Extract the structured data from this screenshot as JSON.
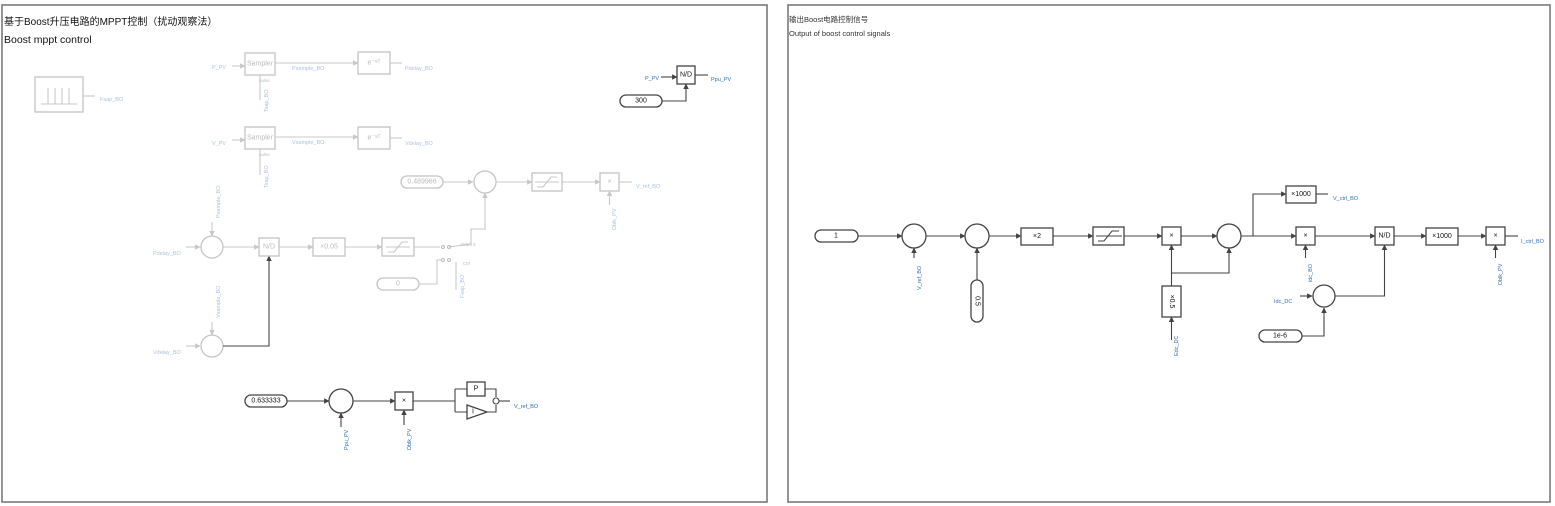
{
  "left_panel": {
    "title": "基于Boost升压电路的MPPT控制（扰动观察法）",
    "subtitle": "Boost mppt control"
  },
  "right_panel": {
    "title": "输出Boost电路控制信号",
    "subtitle": "Output of boost control signals"
  },
  "faded_blocks": {
    "sampler": "Sampler",
    "delay": "e⁻ˢᵀ",
    "divide": "N/D",
    "gain": "×0.05",
    "const_v": "0.489966",
    "const_zero": "0",
    "switch_label": "Ctrl≥0.5",
    "switch_ctrl": "Ctrl",
    "pulse": "pulse"
  },
  "faded_signals": {
    "p_pv": "P_PV",
    "v_pv": "V_PV",
    "psample": "Psample_BO",
    "vsample": "Vsample_BO",
    "pdelay": "Pdelay_BO",
    "vdelay": "Vdelay_BO",
    "tsap1": "Tsap_BO",
    "tsap2": "Tsap_BO",
    "fsap": "Fsap_BO",
    "psample_v": "Psample_BO",
    "vsample_v": "Vsample_BO",
    "pdelay_in": "Pdelay_BO",
    "vdelay_in": "Vdelay_BO",
    "v_ref_out": "V_ref_BO",
    "dblk": "Dblk_PV",
    "fsap_sw": "Fsap_BO"
  },
  "top_right": {
    "const": "300",
    "input": "P_PV",
    "output": "Ppu_PV",
    "block": "N/D"
  },
  "bottom_left": {
    "const": "0.633333",
    "in1": "Ppu_PV",
    "in2": "Dblk_PV",
    "p_block": "P",
    "i_block": "I",
    "output": "V_ref_BO"
  },
  "right_chain": {
    "const_one": "1",
    "const_half": "0.5",
    "gain_x2": "×2",
    "gain_half": "×0.5",
    "gain_1000a": "×1000",
    "gain_1000b": "×1000",
    "divide": "N/D",
    "const_tiny": "1e-6",
    "v_ref": "V_ref_BO",
    "edc": "Edc_DC",
    "idc": "Idc_DC",
    "idc_bo": "idc_BO",
    "v_ctrl": "V_ctrl_BO",
    "dblk": "Dblk_PV",
    "i_ctrl": "I_ctrl_BO"
  },
  "colors": {
    "signal_label": "#2f6fb5",
    "faded": "#c4c4c4",
    "frame": "#7a7a7a"
  }
}
